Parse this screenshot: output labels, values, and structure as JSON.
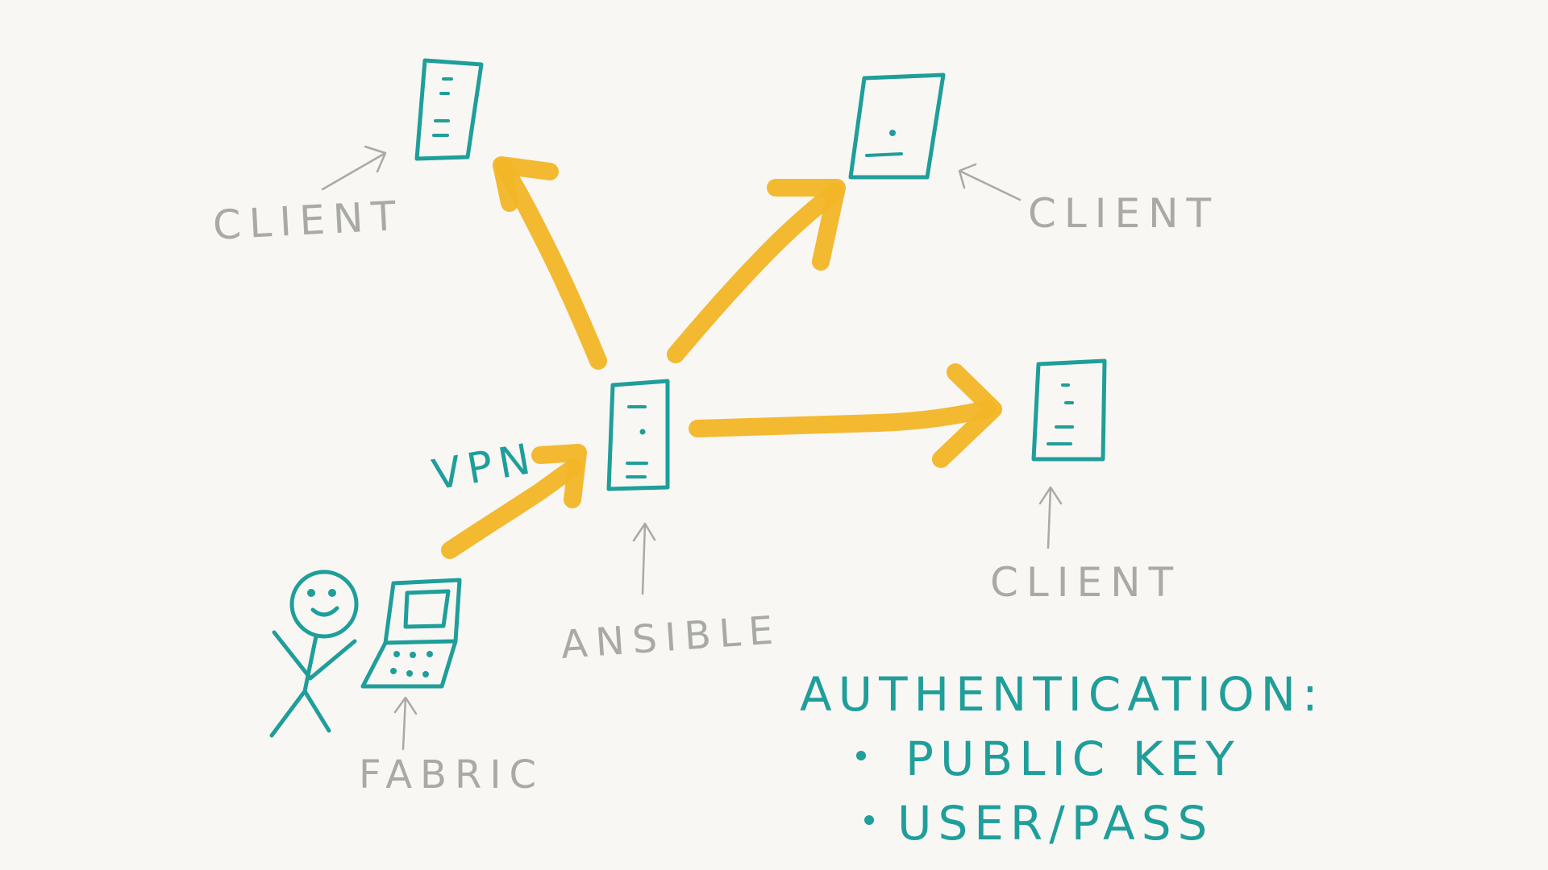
{
  "colors": {
    "background": "#f8f7f4",
    "teal": "#1f9e9a",
    "arrow_yellow": "#f2b526",
    "pencil_gray": "#a9a9a6"
  },
  "labels": {
    "client_top_left": "CLIENT",
    "client_top_right": "CLIENT",
    "client_right": "CLIENT",
    "ansible": "ANSIBLE",
    "fabric": "FABRIC",
    "vpn": "VPN"
  },
  "authentication": {
    "heading": "AUTHENTICATION:",
    "items": [
      "PUBLIC KEY",
      "USER/PASS"
    ]
  },
  "icons": {
    "server": "server-icon",
    "person": "stick-figure-icon",
    "laptop": "laptop-icon"
  }
}
